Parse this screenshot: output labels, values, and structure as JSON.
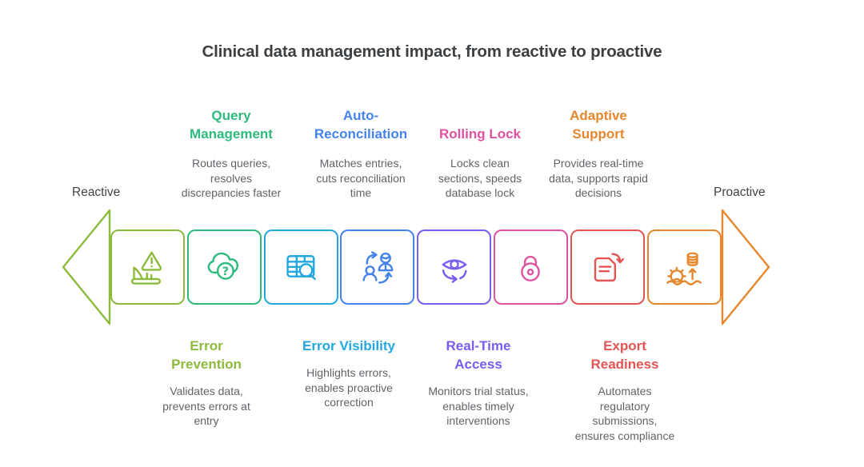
{
  "title": "Clinical data management impact, from reactive to proactive",
  "endpoints": {
    "left": "Reactive",
    "right": "Proactive"
  },
  "colors": {
    "title_text": "#3c4043",
    "body_text": "#5f6368",
    "endpoint_text": "#3f4349",
    "lime": "#8cbb3c",
    "green": "#2eba7c",
    "cyan": "#22a7e0",
    "blue": "#4583ec",
    "purple": "#7a5cee",
    "pink": "#e0519f",
    "red": "#e35555",
    "orange": "#e6872d",
    "arrow_left": "#8cbb3c",
    "arrow_right": "#e6872d"
  },
  "top_features": [
    {
      "title": "Query\nManagement",
      "description": "Routes queries,\nresolves\ndiscrepancies faster",
      "color": "#2eba7c"
    },
    {
      "title": "Auto-\nReconciliation",
      "description": "Matches entries,\ncuts reconciliation\ntime",
      "color": "#4583ec"
    },
    {
      "title": "Rolling Lock",
      "description": "Locks clean\nsections, speeds\ndatabase lock",
      "color": "#e0519f"
    },
    {
      "title": "Adaptive\nSupport",
      "description": "Provides real-time\ndata, supports rapid\ndecisions",
      "color": "#e6872d"
    }
  ],
  "bottom_features": [
    {
      "title": "Error\nPrevention",
      "description": "Validates data,\nprevents errors at\nentry",
      "color": "#8cbb3c"
    },
    {
      "title": "Error Visibility",
      "description": "Highlights errors,\nenables proactive\ncorrection",
      "color": "#22a7e0"
    },
    {
      "title": "Real-Time\nAccess",
      "description": "Monitors trial status,\nenables timely\ninterventions",
      "color": "#7a5cee"
    },
    {
      "title": "Export\nReadiness",
      "description": "Automates\nregulatory\nsubmissions,\nensures compliance",
      "color": "#e35555"
    }
  ],
  "timeline": {
    "boxes": [
      {
        "icon": "warning-entry-icon",
        "color": "#8cbb3c"
      },
      {
        "icon": "cloud-question-icon",
        "color": "#2eba7c"
      },
      {
        "icon": "table-search-icon",
        "color": "#22a7e0"
      },
      {
        "icon": "people-swap-icon",
        "color": "#4583ec"
      },
      {
        "icon": "eye-monitor-icon",
        "color": "#7a5cee"
      },
      {
        "icon": "lock-icon",
        "color": "#e0519f"
      },
      {
        "icon": "document-export-icon",
        "color": "#e35555"
      },
      {
        "icon": "gear-data-icon",
        "color": "#e6872d"
      }
    ]
  }
}
